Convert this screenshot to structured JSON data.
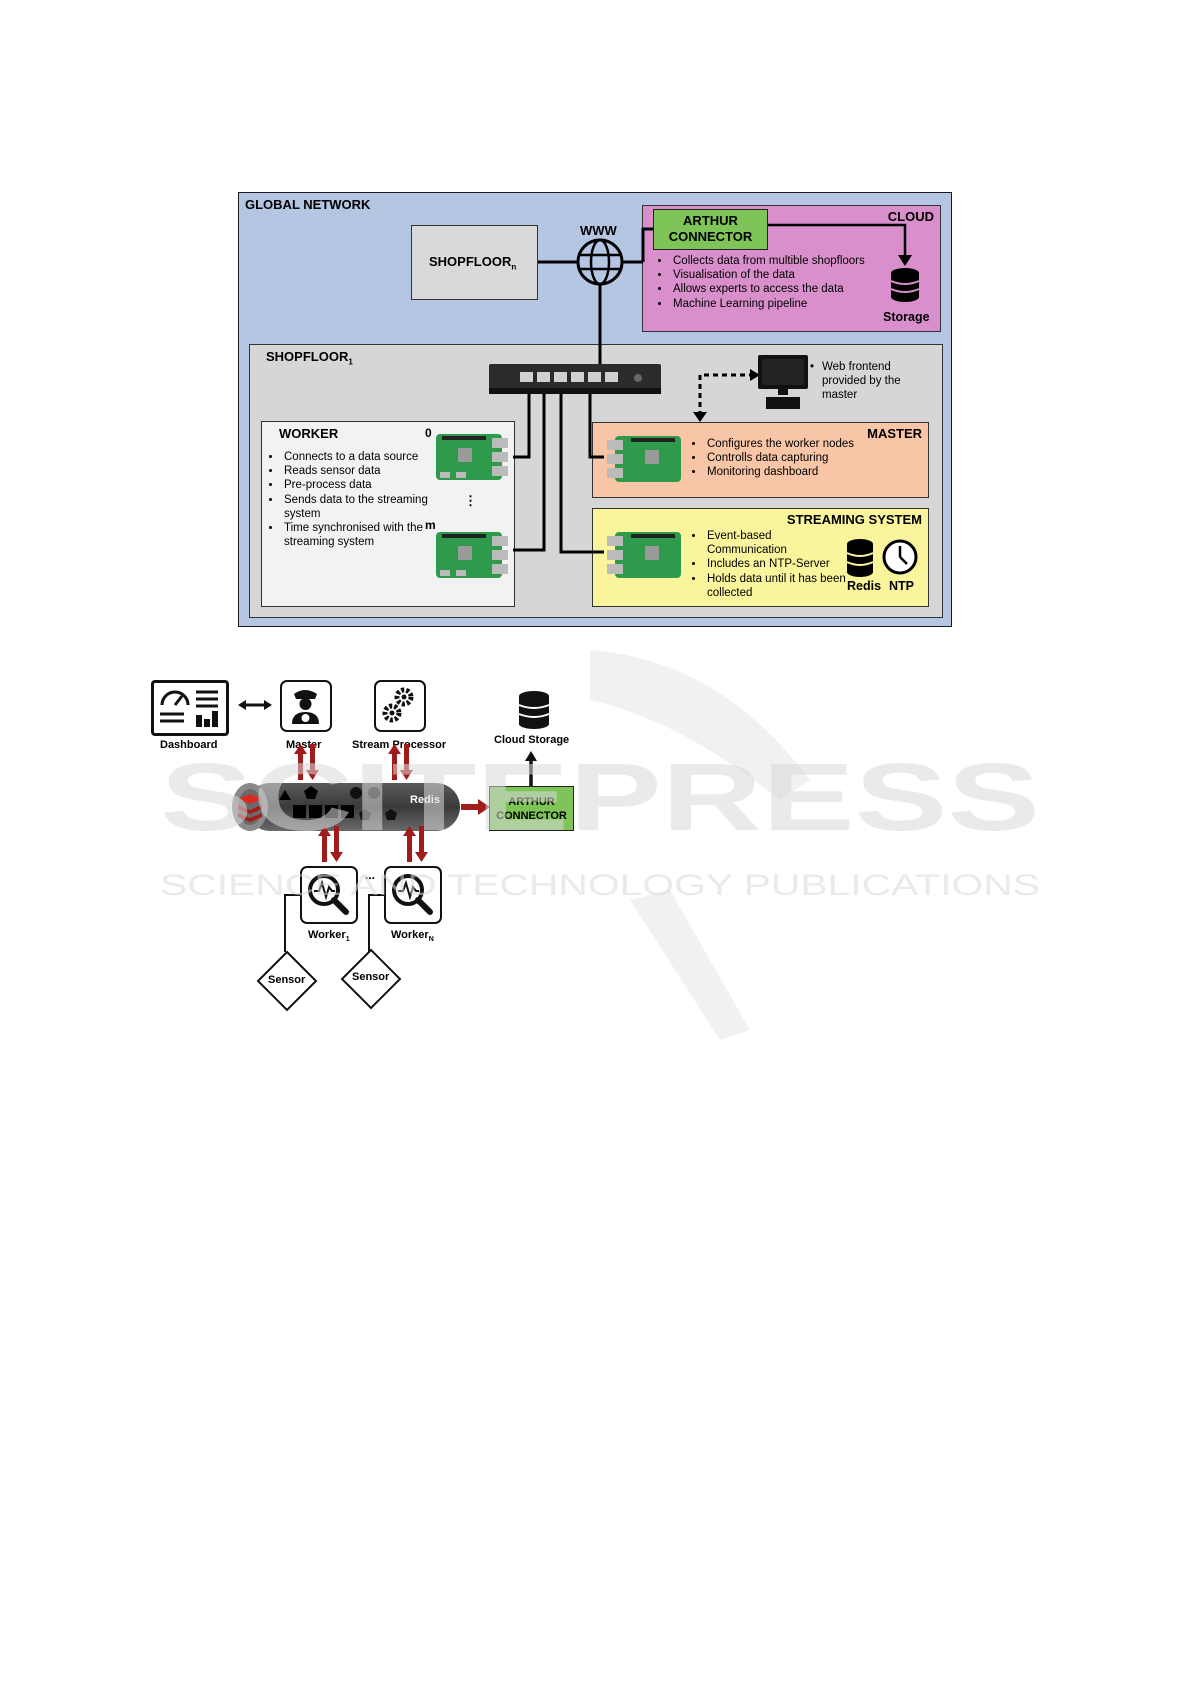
{
  "figure1": {
    "global_network_label": "GLOBAL NETWORK",
    "shopfloor_n": {
      "label": "SHOPFLOOR",
      "sub": "n"
    },
    "www_label": "WWW",
    "cloud": {
      "label": "CLOUD",
      "connector": {
        "line1": "ARTHUR",
        "line2": "CONNECTOR"
      },
      "bullets": [
        "Collects data from multible shopfloors",
        "Visualisation of the data",
        "Allows experts to access the data",
        "Machine Learning pipeline"
      ],
      "storage_label": "Storage"
    },
    "shopfloor_1": {
      "label": "SHOPFLOOR",
      "sub": "1"
    },
    "web_frontend_note": "Web frontend provided by the master",
    "worker": {
      "title": "WORKER",
      "bullets": [
        "Connects to a data source",
        "Reads sensor data",
        "Pre-process data",
        "Sends data to the streaming system",
        "Time synchronised with the streaming system"
      ],
      "index_first": "0",
      "index_last": "m",
      "ellipsis": "⋮"
    },
    "master": {
      "title": "MASTER",
      "bullets": [
        "Configures the worker nodes",
        "Controlls data capturing",
        "Monitoring dashboard"
      ]
    },
    "streaming_system": {
      "title": "STREAMING SYSTEM",
      "bullets": [
        "Event-based Communication",
        "Includes an NTP-Server",
        "Holds data until it has been collected"
      ],
      "redis_label": "Redis",
      "ntp_label": "NTP"
    }
  },
  "figure2": {
    "dashboard_label": "Dashboard",
    "master_label": "Master",
    "stream_processor_label": "Stream Processor",
    "cloud_storage_label": "Cloud Storage",
    "redis_label": "Redis",
    "connector": {
      "line1": "ARTHUR",
      "line2": "CONNECTOR"
    },
    "worker_1": {
      "label": "Worker",
      "sub": "1"
    },
    "worker_n": {
      "label": "Worker",
      "sub": "N"
    },
    "ellipsis": "...",
    "sensor_1_label": "Sensor",
    "sensor_2_label": "Sensor",
    "arrow_color": "#a01c1c",
    "redis_color": "#d82c20"
  },
  "watermark": {
    "line1": "SCITEPRESS",
    "line2": "SCIENCE AND TECHNOLOGY PUBLICATIONS"
  },
  "colors": {
    "global_network": "#b4c6e2",
    "cloud": "#d98fcb",
    "connector": "#7fc458",
    "shopfloor": "#d6d6d6",
    "master": "#f8c6a6",
    "streaming_system": "#faf59c"
  }
}
